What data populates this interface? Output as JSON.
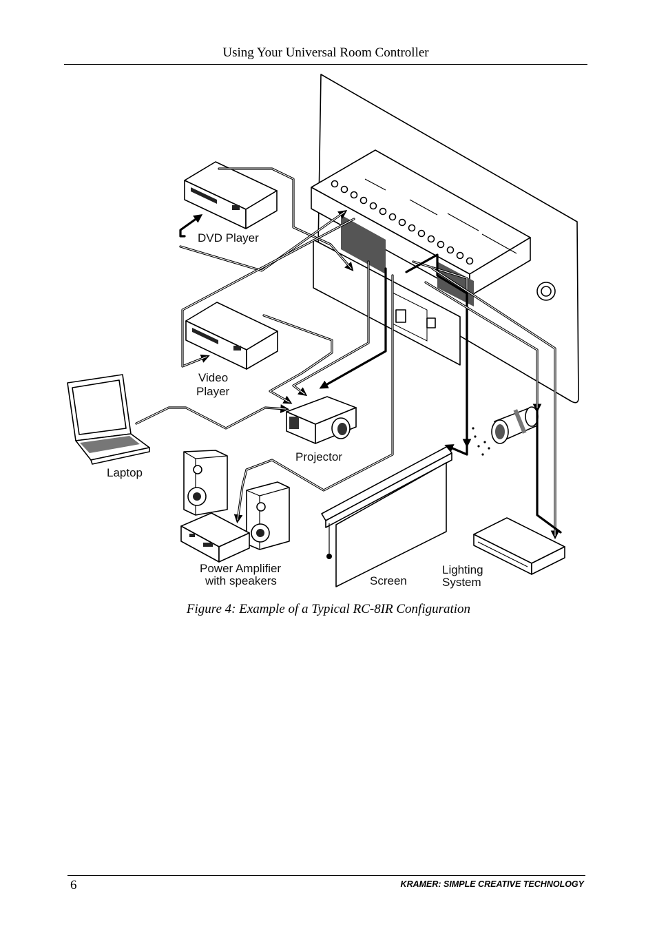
{
  "header": {
    "title": "Using Your Universal Room Controller"
  },
  "figure": {
    "labels": {
      "dvd_player": "DVD Player",
      "video_player_line1": "Video",
      "video_player_line2": "Player",
      "laptop": "Laptop",
      "projector": "Projector",
      "power_amplifier_line1": "Power Amplifier",
      "power_amplifier_line2": "with speakers",
      "screen": "Screen",
      "lighting_line1": "Lighting",
      "lighting_line2": "System"
    },
    "caption": "Figure 4: Example of a Typical RC-8IR Configuration"
  },
  "footer": {
    "page_number": "6",
    "brand": "KRAMER:  SIMPLE CREATIVE TECHNOLOGY"
  }
}
